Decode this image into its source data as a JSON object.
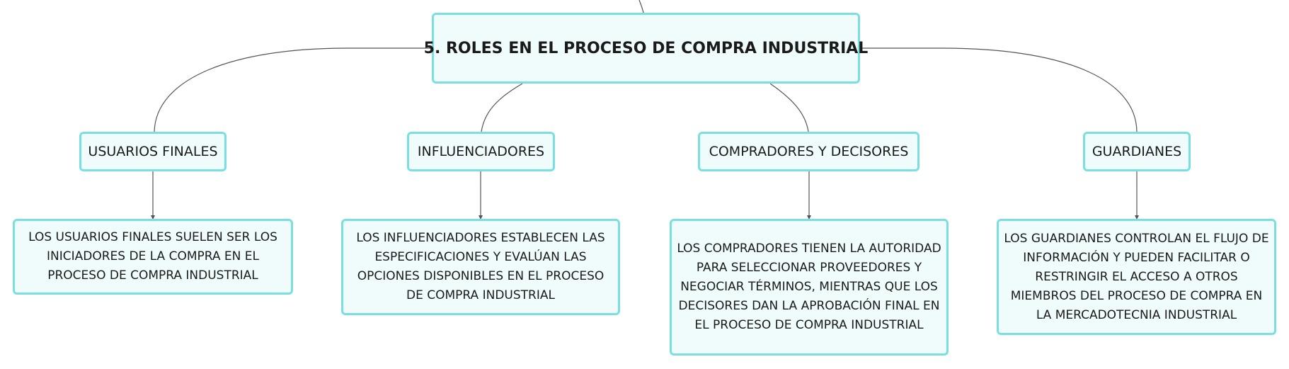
{
  "title": "5. ROLES EN EL PROCESO DE COMPRA INDUSTRIAL",
  "branches": [
    {
      "label": "USUARIOS FINALES",
      "description": "LOS USUARIOS FINALES SUELEN SER LOS INICIADORES DE LA COMPRA EN EL PROCESO DE COMPRA INDUSTRIAL"
    },
    {
      "label": "INFLUENCIADORES",
      "description": "LOS INFLUENCIADORES ESTABLECEN LAS ESPECIFICACIONES Y EVALÚAN LAS OPCIONES DISPONIBLES EN EL PROCESO DE COMPRA INDUSTRIAL"
    },
    {
      "label": "COMPRADORES Y DECISORES",
      "description": "LOS COMPRADORES TIENEN LA AUTORIDAD PARA SELECCIONAR PROVEEDORES Y NEGOCIAR TÉRMINOS, MIENTRAS QUE LOS DECISORES DAN LA APROBACIÓN FINAL EN EL PROCESO DE COMPRA INDUSTRIAL"
    },
    {
      "label": "GUARDIANES",
      "description": "LOS GUARDIANES CONTROLAN EL FLUJO DE INFORMACIÓN Y PUEDEN FACILITAR O RESTRINGIR EL ACCESO A OTROS MIEMBROS DEL PROCESO DE COMPRA EN LA MERCADOTECNIA INDUSTRIAL"
    }
  ],
  "colors": {
    "node_border": "#7adfe0",
    "node_fill": "#f0fcfc",
    "connector": "#555555"
  }
}
